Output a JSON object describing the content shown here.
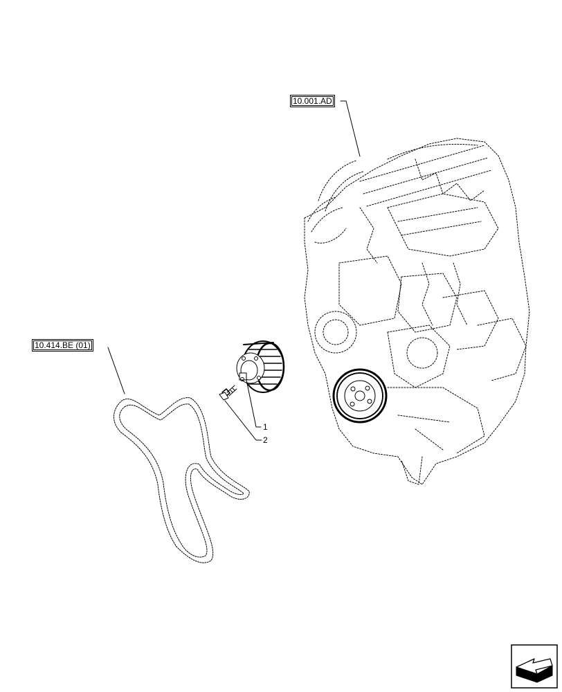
{
  "references": {
    "engine": "10.001.AD",
    "belt": "10.414.BE (01)"
  },
  "callouts": {
    "pulley": "1",
    "screw": "2"
  },
  "icons": {
    "navigation": "next-page-arrow-icon"
  }
}
